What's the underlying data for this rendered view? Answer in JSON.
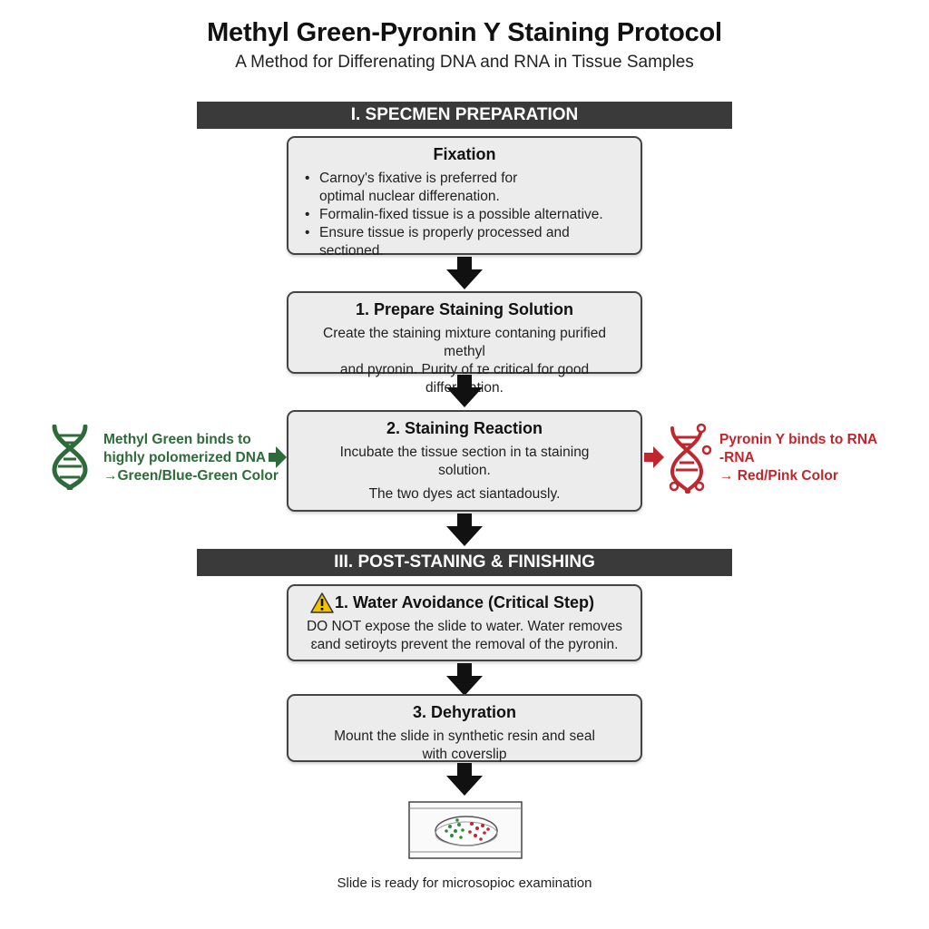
{
  "title": "Methyl Green-Pyronin Y Staining Protocol",
  "subtitle": "A Method for Differenating DNA and RNA in Tissue Samples",
  "sections": [
    {
      "label": "I. SPECMEN PREPARATION"
    },
    {
      "label": "III. POST-STANING & FINISHING"
    }
  ],
  "fixation": {
    "title": "Fixation",
    "bullets": [
      "Carnoy's fixative is preferred for",
      "optimal nuclear differenation.",
      "Formalin-fixed tissue is a possible alternative.",
      "Ensure tissue is properly processed and sectioned."
    ]
  },
  "step_prepare": {
    "title": "1. Prepare Staining Solution",
    "lines": [
      "Create the staining mixture contaning purified methyl",
      "and pyronin. Purity of ɪe critical for good differeration."
    ]
  },
  "step_reaction": {
    "title": "2. Staining Reaction",
    "lines": [
      "Incubate the tissue section in ta staining",
      "solution.",
      "The two dyes act siantadously."
    ]
  },
  "methyl_green": {
    "lines": [
      "Methyl Green binds to",
      "highly polomerized DNA",
      "→Green/Blue-Green Color"
    ],
    "color": "#2e6b3a",
    "icon": "dna-helix-icon"
  },
  "pyronin": {
    "lines": [
      "Pyronin Y binds to RNA",
      "-RNA",
      "→ Red/Pink Color"
    ],
    "color": "#c0262d",
    "icon": "rna-strand-icon"
  },
  "step_water": {
    "title": "1. Water Avoidance (Critical Step)",
    "icon": "warning-icon",
    "lines": [
      "DO NOT expose the slide to water. Water removes",
      "ɛand setiroyts prevent the removal of the pyronin."
    ]
  },
  "step_dehydration": {
    "title": "3. Dehyration",
    "lines": [
      "Mount the slide in synthetic resin and seal",
      "with coverslip"
    ]
  },
  "footer": "Slide is ready for microsopioc examination"
}
